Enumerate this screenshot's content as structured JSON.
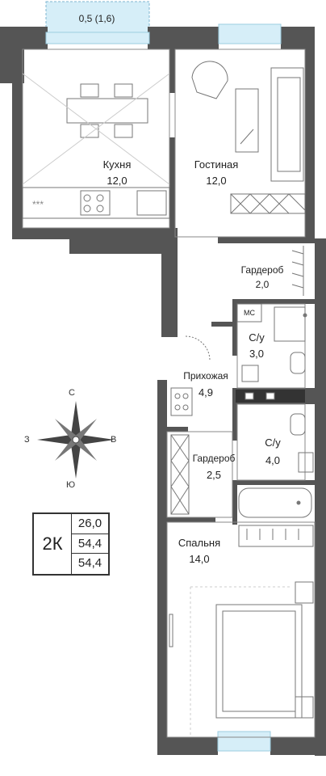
{
  "balcony": {
    "area_label": "0,5 (1,6)"
  },
  "rooms": {
    "kitchen": {
      "name": "Кухня",
      "area": "12,0"
    },
    "living": {
      "name": "Гостиная",
      "area": "12,0"
    },
    "wardrobe1": {
      "name": "Гардероб",
      "area": "2,0"
    },
    "bath1": {
      "name": "С/у",
      "area": "3,0"
    },
    "hall": {
      "name": "Прихожая",
      "area": "4,9"
    },
    "wardrobe2": {
      "name": "Гардероб",
      "area": "2,5"
    },
    "bath2": {
      "name": "С/у",
      "area": "4,0"
    },
    "bedroom": {
      "name": "Спальня",
      "area": "14,0"
    }
  },
  "fixtures": {
    "washer_label": "МС",
    "stove_dots": "***"
  },
  "compass": {
    "north": "С",
    "south": "Ю",
    "west": "З",
    "east": "В"
  },
  "summary": {
    "type": "2К",
    "living_area": "26,0",
    "total_area": "54,4",
    "total_area_2": "54,4"
  },
  "colors": {
    "wall": "#555555",
    "window": "#d6eef8",
    "line": "#888888"
  }
}
